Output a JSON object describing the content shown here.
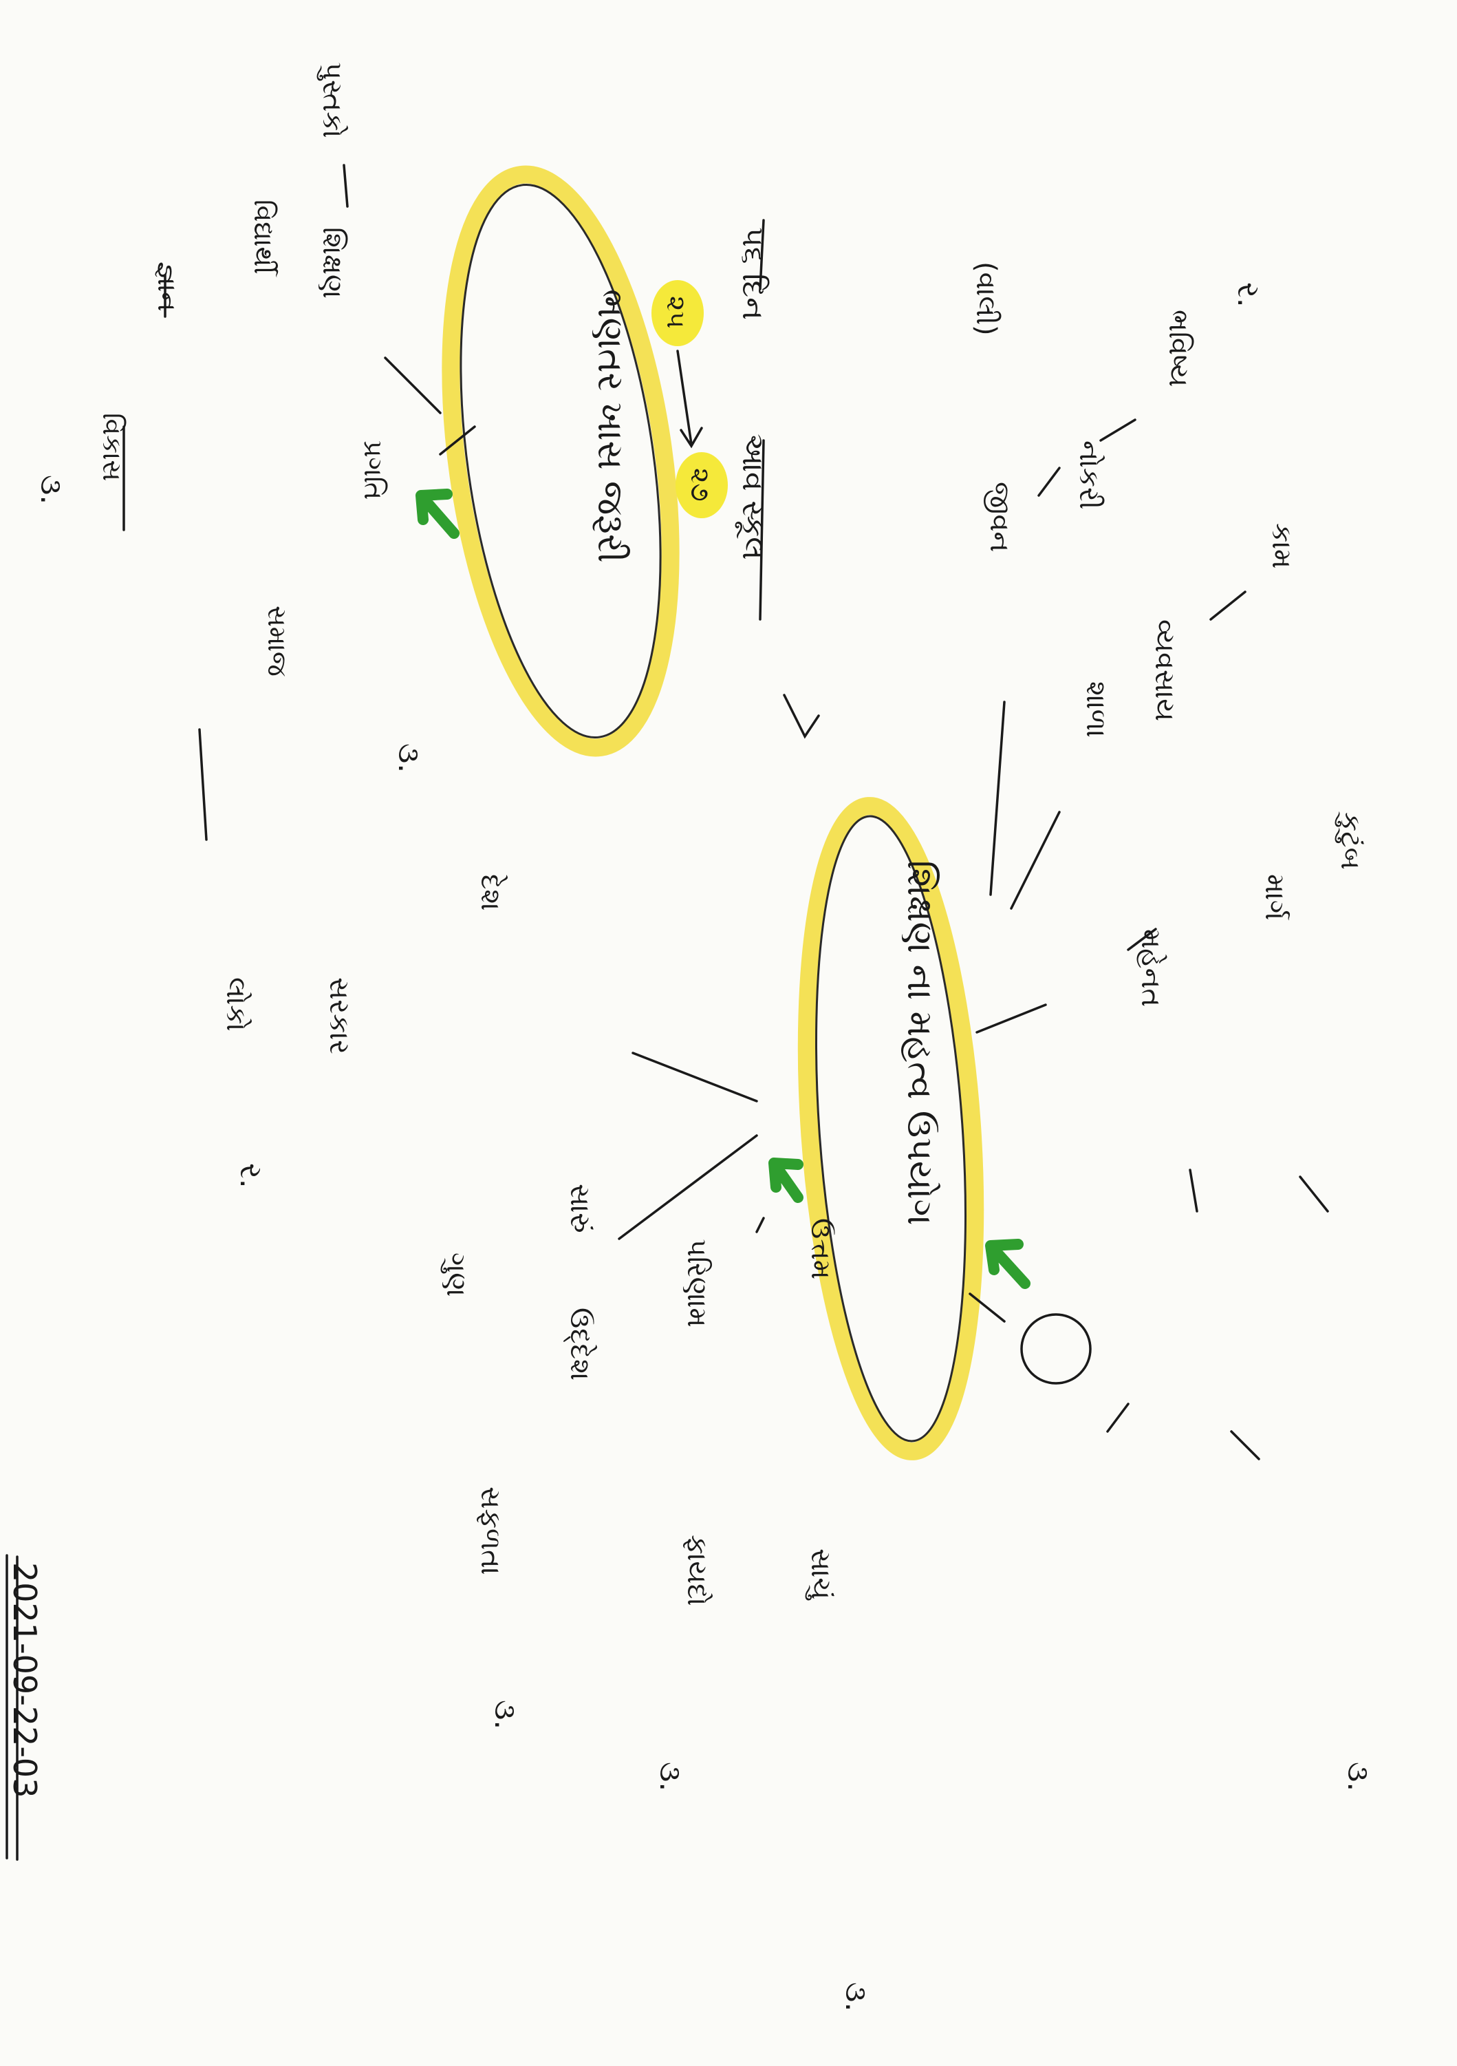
{
  "date": "2021-09-22-03",
  "colors": {
    "highlight": "#f2dc3a",
    "ink": "#1a1a1a",
    "arrow": "#2f9e2f"
  },
  "main_node": {
    "text": "શિક્ષણ ના મહત્વ ઉપયોગ"
  },
  "secondary_node": {
    "text": "ભણતર ખાસ જરૂરી"
  },
  "labels": {
    "seq_a": "૫૬ દિન",
    "seq_b": "આવ સ્કૂલ",
    "num_a": "૨૫",
    "num_b": "૨૭",
    "mark_1": "૩.",
    "mark_2": "૩.",
    "mark_3": "૩.",
    "mark_4": "૩.",
    "mark_5": "૩.",
    "mark_6": "૩.",
    "mark_7": "ર.",
    "mark_8": "ર.",
    "w_top_1": "પુસ્તકો",
    "w_top_2": "શિક્ષણ",
    "w_top_3": "વિદ્યાર્થી",
    "w_top_4": "પ્રગતિ",
    "w_top_5": "સમાજ",
    "w_top_6": "જ્ઞાન",
    "w_top_7": "વિકાસ",
    "w_mid_1": "દેશ",
    "w_mid_2": "સરકાર",
    "w_mid_3": "લોકો",
    "w_r_1": "ભવિષ્ય",
    "w_r_2": "નોકરી",
    "w_r_3": "જીવન",
    "w_r_4": "કામ",
    "w_r_5": "વ્યવસાય",
    "w_r_6": "શાળા",
    "w_r_7": "(વાલી)",
    "w_r_8": "કુટુંબ",
    "w_r_9": "માર્ગ",
    "w_r_10": "મહેનત",
    "w_b_1": "સારું",
    "w_b_2": "ઉદ્દેશ",
    "w_b_3": "પરિણામ",
    "w_b_4": "ફાયદો",
    "w_b_5": "ઉત્તમ",
    "w_b_6": "ગુણ",
    "w_b_7": "સફળતા",
    "w_b_8": "સાચું"
  }
}
